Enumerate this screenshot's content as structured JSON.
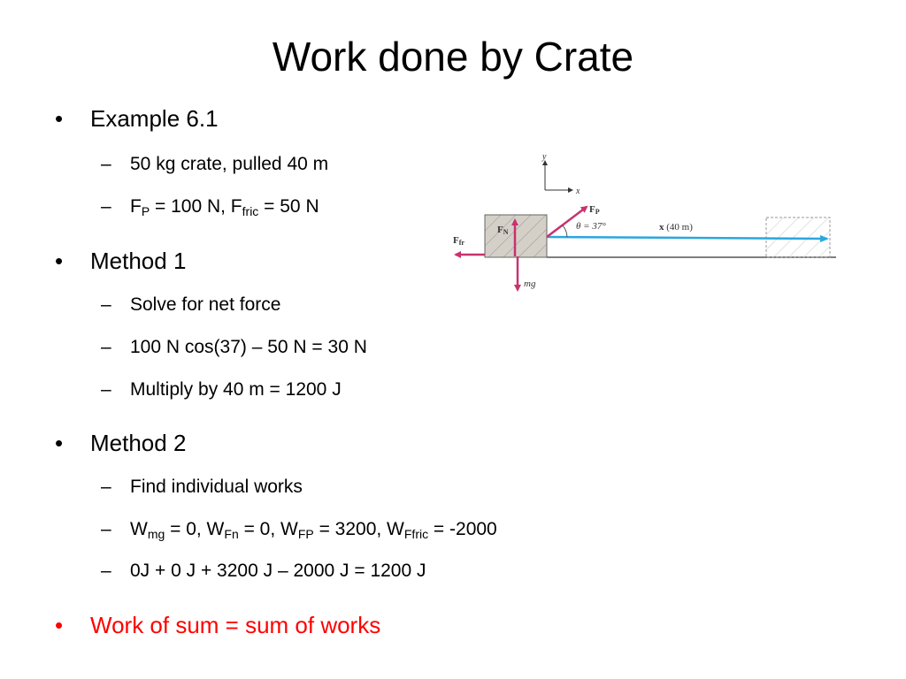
{
  "slide": {
    "title": "Work done by Crate",
    "bullet_char": "•",
    "dash_char": "–",
    "example": {
      "heading": "Example 6.1",
      "items": [
        "50 kg crate, pulled 40 m",
        {
          "fp_label": "F",
          "fp_sub": "P",
          "fp_rest": " = 100 N, F",
          "fric_sub": "fric",
          "fric_rest": " = 50 N"
        }
      ]
    },
    "method1": {
      "heading": "Method 1",
      "items": [
        "Solve for net force",
        "100 N cos(37) – 50 N = 30 N",
        "Multiply by 40 m  = 1200 J"
      ]
    },
    "method2": {
      "heading": "Method 2",
      "items": [
        "Find individual works",
        {
          "w1": "W",
          "w1_sub": "mg",
          "w1_rest": " = 0, W",
          "w2_sub": "Fn",
          "w2_rest": " = 0, W",
          "w3_sub": "FP",
          "w3_rest": " = 3200, W",
          "w4_sub": "Ffric",
          "w4_rest": " = -2000"
        },
        "0J + 0 J + 3200 J – 2000 J = 1200 J"
      ]
    },
    "conclusion": "Work of sum = sum of works",
    "conclusion_color": "#ff0000"
  },
  "diagram": {
    "axis_y": "y",
    "axis_x": "x",
    "fp_label": "F",
    "fp_sub": "P",
    "angle_label": "θ = 37°",
    "disp_label": "x",
    "disp_rest": " (40 m)",
    "fn_label": "F",
    "fn_sub": "N",
    "ffr_label": "F",
    "ffr_sub": "fr",
    "mg_label": "mg",
    "force_color": "#c8326e",
    "disp_color": "#2aa7de"
  }
}
